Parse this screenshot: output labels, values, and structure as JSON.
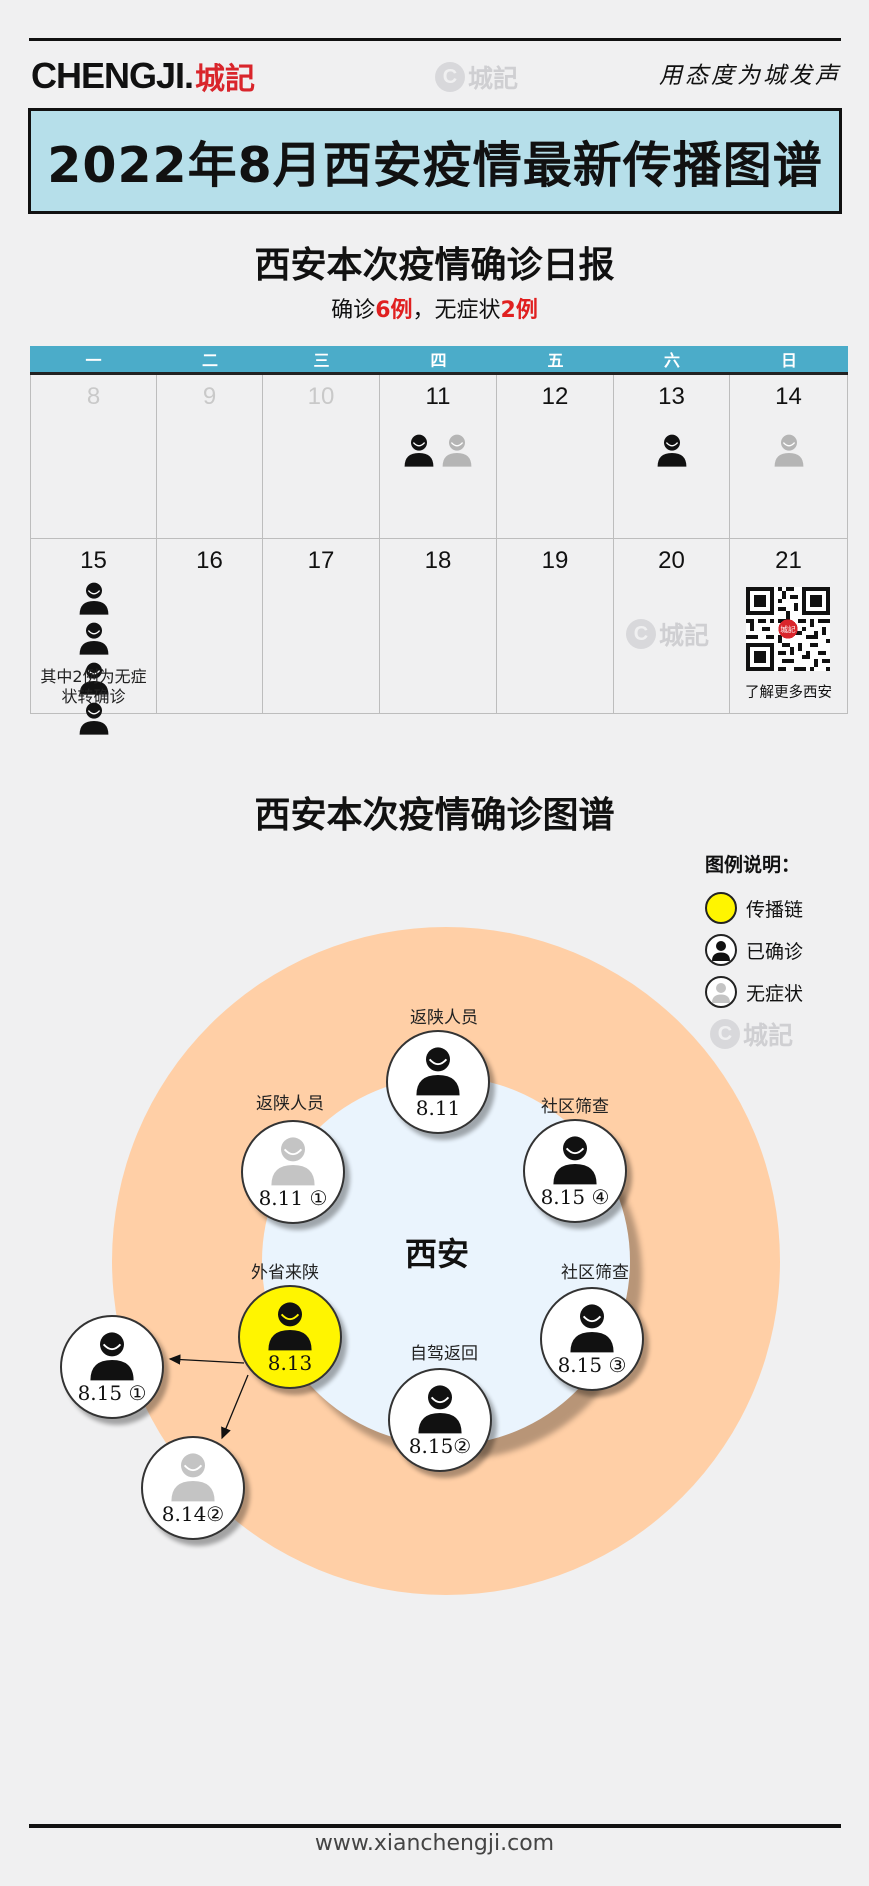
{
  "header": {
    "logo_en": "CHENGJI.",
    "logo_cn": "城記",
    "watermark": "城記",
    "slogan": "用态度为城发声"
  },
  "title": "2022年8月西安疫情最新传播图谱",
  "daily_report": {
    "heading": "西安本次疫情确诊日报",
    "summary_prefix": "确诊",
    "confirmed": "6例",
    "summary_mid": "，无症状",
    "asymptomatic": "2例"
  },
  "calendar": {
    "weekdays": [
      "一",
      "二",
      "三",
      "四",
      "五",
      "六",
      "日"
    ],
    "week1": [
      "8",
      "9",
      "10",
      "11",
      "12",
      "13",
      "14"
    ],
    "week2": [
      "15",
      "16",
      "17",
      "18",
      "19",
      "20",
      "21"
    ],
    "note_15": "其中2例为无症状转确诊",
    "qr_caption": "了解更多西安",
    "qr_badge": "城記"
  },
  "diagram": {
    "heading": "西安本次疫情确诊图谱",
    "center": "西安",
    "legend": {
      "title": "图例说明：",
      "chain": "传播链",
      "confirmed": "已确诊",
      "asymptomatic": "无症状"
    },
    "nodes": [
      {
        "label": "返陕人员",
        "date": "8.11",
        "kind": "confirmed"
      },
      {
        "label": "社区筛查",
        "date": "8.15 ④",
        "kind": "confirmed"
      },
      {
        "label": "社区筛查",
        "date": "8.15 ③",
        "kind": "confirmed"
      },
      {
        "label": "自驾返回",
        "date": "8.15②",
        "kind": "confirmed"
      },
      {
        "label": "外省来陕",
        "date": "8.13",
        "kind": "chain"
      },
      {
        "label": "返陕人员",
        "date": "8.11 ①",
        "kind": "asymptomatic"
      },
      {
        "label": "",
        "date": "8.15 ①",
        "kind": "confirmed"
      },
      {
        "label": "",
        "date": "8.14②",
        "kind": "asymptomatic"
      }
    ]
  },
  "colors": {
    "calendar_header": "#4bacc9",
    "title_bg": "#b6dfea",
    "outer_ring": "#ffcfa6",
    "inner_ring": "#eaf4fd",
    "chain": "#fff500",
    "highlight_red": "#e02020",
    "brand_red": "#d9252b"
  },
  "footer": "www.xianchengji.com"
}
